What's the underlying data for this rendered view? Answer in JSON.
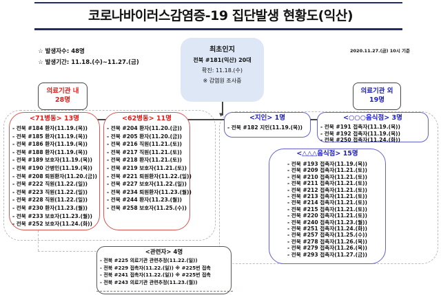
{
  "title": "코로나바이러스감염증-19 집단발생 현황도(익산)",
  "summary": {
    "count": "☆ 발생자수: 48명",
    "period": "☆ 발생기간: 11.18.(수)~11.27.(금)"
  },
  "as_of": "2020.11.27.(금) 10시 기준",
  "origin": {
    "title": "최초인지",
    "case": "전북 #181(익산) 20대",
    "confirmed": "확진: 11.18.(수)",
    "note": "※ 감염원 조사중"
  },
  "inside": {
    "line1": "의료기관 내",
    "line2": "28명"
  },
  "outside": {
    "line1": "의료기관 외",
    "line2": "19명"
  },
  "ward71": {
    "title": "<71병동> 13명",
    "items": [
      "- 전북 #184 환자(11.19.(목))",
      "- 전북 #185 환자(11.19.(목))",
      "- 전북 #186 환자(11.19.(목))",
      "- 전북 #188 환자(11.19.(목))",
      "- 전북 #189 보호자(11.19.(목))",
      "- 전북 #190 간병인(11.19.(목))",
      "- 전북 #208 퇴원환자(11.20.(금))",
      "- 전북 #222 직원(11.22.(일))",
      "- 전북 #223 직원(11.22.(일))",
      "- 전북 #228 직원(11.22.(일))",
      "- 전북 #230 환자(11.23.(월))",
      "- 전북 #233 보호자(11.23.(월))",
      "- 전북 #252 보호자(11.24.(화))"
    ]
  },
  "ward62": {
    "title": "<62병동> 11명",
    "items": [
      "- 전북 #204 환자(11.20.(금))",
      "- 전북 #205 환자(11.20.(금))",
      "- 전북 #216 직원(11.21.(토))",
      "- 전북 #217 직원(11.21.(토))",
      "- 전북 #218 환자(11.21.(토))",
      "- 전북 #219 보호자(11.21.(토))",
      "- 전북 #221 퇴원환자(11.22.(일))",
      "- 전북 #227 보호자(11.22.(일))",
      "- 전북 #234 퇴원환자(11.23.(월))",
      "- 전북 #244 환자(11.23.(월))",
      "- 전북 #258 보호자(11.25.(수))"
    ]
  },
  "acquaint": {
    "title": "<지인> 1명",
    "items": [
      "- 전북 #182 지인(11.19.(목))"
    ]
  },
  "restaurant1": {
    "title": "<○○○음식점> 3명",
    "items": [
      "- 전북 #191 접촉자(11.19.(목))",
      "- 전북 #192 접촉자(11.19.(목))",
      "- 전북 #250 접촉자(11.24.(화))"
    ]
  },
  "restaurant2": {
    "title": "<△△△음식점> 15명",
    "items": [
      "- 전북 #193 접촉자(11.19.(목))",
      "- 전북 #209 접촉자(11.21.(토))",
      "- 전북 #210 접촉자(11.21.(토))",
      "- 전북 #211 접촉자(11.21.(토))",
      "- 전북 #212 접촉자(11.21.(토))",
      "- 전북 #213 접촉자(11.21.(토))",
      "- 전북 #214 접촉자(11.21.(토))",
      "- 전북 #215 접촉자(11.21.(토))",
      "- 전북 #220 접촉자(11.21.(토))",
      "- 전북 #240 접촉자(11.23.(월))",
      "- 전북 #251 접촉자(11.24.(화))",
      "- 전북 #257 접촉자(11.25.(수))",
      "- 전북 #278 접촉자(11.26.(목))",
      "- 전북 #279 접촉자(11.26.(목))",
      "- 전북 #293 접촉자(11.27.(금))"
    ]
  },
  "related": {
    "title": "<관련자> 4명",
    "items": [
      "- 전북 #225 의료기관 관련추정(11.22.(일))",
      "- 전북 #229 접촉자(11.22.(일))  ※ #225번 접촉",
      "- 전북 #241 접촉자(11.22.(일))  ※ #225번 접촉",
      "- 전북 #243 의료기관 관련추정(11.23.(월))"
    ]
  }
}
